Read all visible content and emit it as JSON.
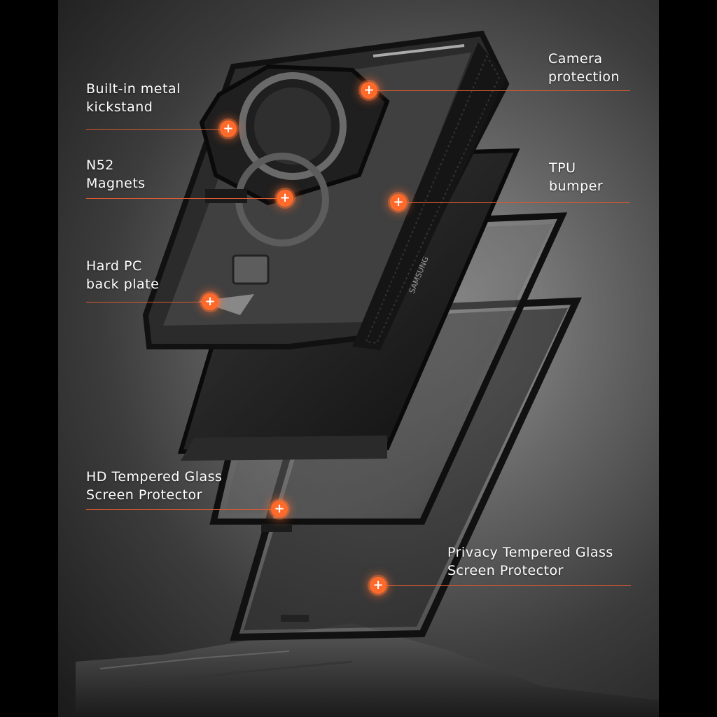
{
  "colors": {
    "accent": "#ff6a2a",
    "leader_line": "#d85a32",
    "text": "#ffffff",
    "background": "#000000"
  },
  "icons": {
    "hotspot": "plus-hotspot-icon"
  },
  "hotspot_symbol": "+",
  "callouts": {
    "kickstand": "Built-in metal\nkickstand",
    "camera": "Camera\nprotection",
    "magnets": "N52\nMagnets",
    "bumper": "TPU\nbumper",
    "backplate": "Hard PC\nback plate",
    "hd_glass": "HD Tempered Glass\nScreen Protector",
    "privacy_glass": "Privacy Tempered Glass\nScreen Protector"
  },
  "phone_brand": "SAMSUNG"
}
